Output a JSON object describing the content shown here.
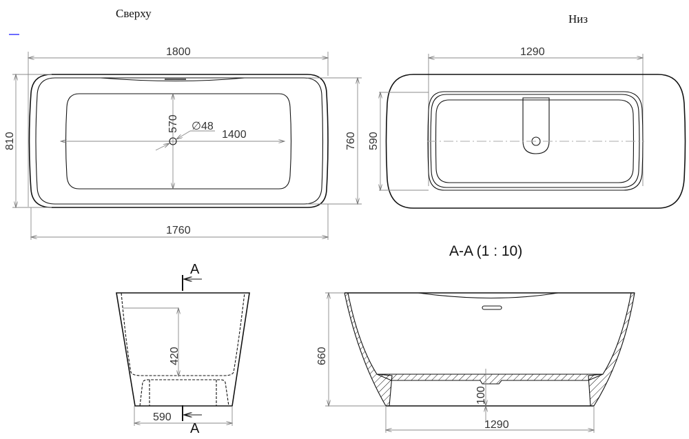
{
  "views": {
    "top": {
      "title": "Сверху"
    },
    "bottom": {
      "title": "Низ"
    },
    "section": {
      "title": "A-A (1 : 10)"
    }
  },
  "marker": {
    "color": "#3a3aff"
  },
  "dimensions": {
    "top_overall_length": "1800",
    "top_inner_length": "1760",
    "top_overall_width": "810",
    "top_inner_width": "760",
    "top_basin_width": "570",
    "top_basin_length": "1400",
    "drain_diameter": "∅48",
    "bottom_base_length": "1290",
    "bottom_base_width": "590",
    "side_depth": "420",
    "side_base_width": "590",
    "section_height": "660",
    "section_base_height": "100",
    "section_base_length": "1290"
  },
  "cut_markers": {
    "top": "A",
    "bottom": "A"
  }
}
